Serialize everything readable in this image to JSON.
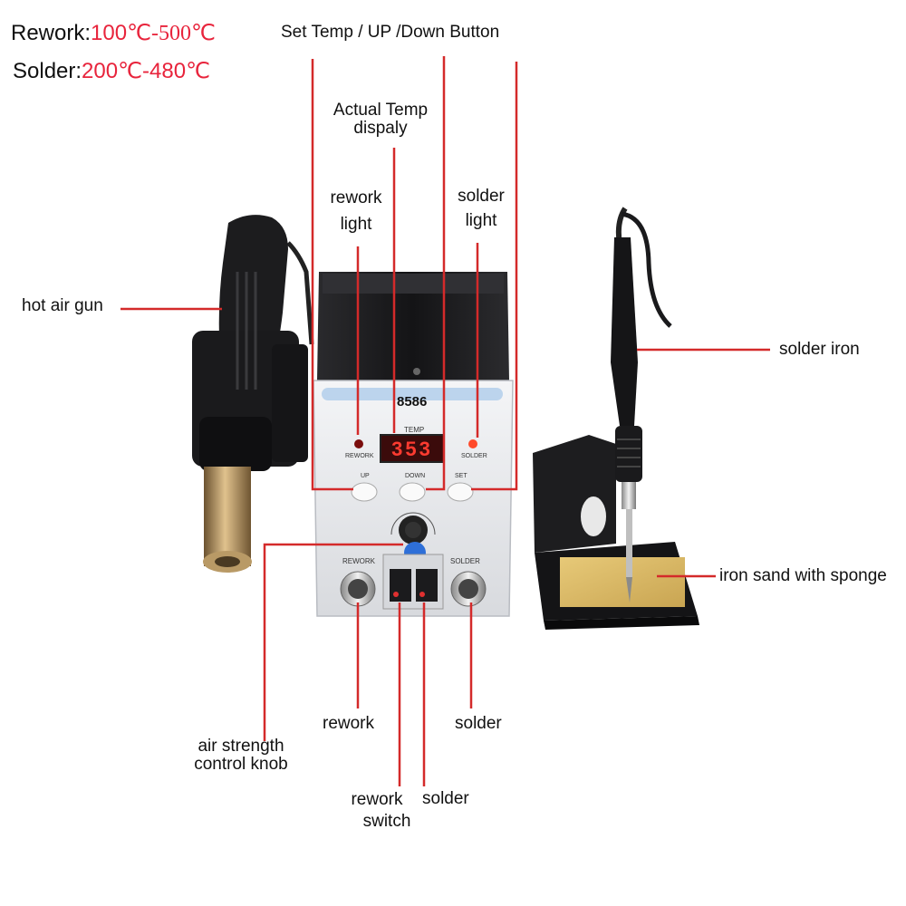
{
  "specs": {
    "rework_label": "Rework:",
    "rework_low": "100",
    "rework_sep": "℃-500℃",
    "solder_label": "Solder:",
    "solder_range": "200℃-480℃"
  },
  "callouts": {
    "set_temp": "Set Temp / UP /Down Button",
    "actual_temp_1": "Actual Temp",
    "actual_temp_2": "dispaly",
    "rework_light_1": "rework",
    "rework_light_2": "light",
    "solder_light_1": "solder",
    "solder_light_2": "light",
    "hot_air_gun": "hot air gun",
    "solder_iron": "solder iron",
    "iron_stand": "iron sand with sponge",
    "air_knob_1": "air strength",
    "air_knob_2": "control knob",
    "rework_port": "rework",
    "solder_port": "solder",
    "rework_switch_1": "rework",
    "rework_switch_2": "switch",
    "solder_switch": "solder"
  },
  "panel": {
    "model": "8586",
    "temp_label": "TEMP",
    "display": "353",
    "rework_light": "REWORK",
    "solder_light": "SOLDER",
    "up": "UP",
    "down": "DOWN",
    "set": "SET",
    "rework_port": "REWORK",
    "solder_port": "SOLDER"
  },
  "colors": {
    "leader": "#d42a2a",
    "spec_red": "#e8243c",
    "panel": "#e9ebee",
    "body": "#1d1d1f"
  }
}
